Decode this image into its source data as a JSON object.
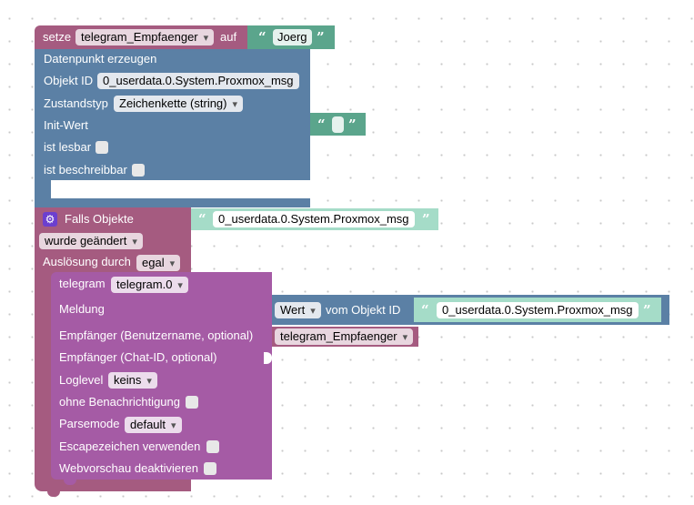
{
  "set_block": {
    "prefix": "setze",
    "variable": "telegram_Empfaenger",
    "suffix": "auf",
    "value": "Joerg"
  },
  "create_block": {
    "title": "Datenpunkt erzeugen",
    "object_id_label": "Objekt ID",
    "object_id_value": "0_userdata.0.System.Proxmox_msg",
    "state_type_label": "Zustandstyp",
    "state_type_value": "Zeichenkette (string)",
    "init_label": "Init-Wert",
    "init_value": "",
    "readable_label": "ist lesbar",
    "writable_label": "ist beschreibbar"
  },
  "trigger_block": {
    "title": "Falls Objekte",
    "object_value": "0_userdata.0.System.Proxmox_msg",
    "condition": "wurde geändert",
    "trigger_label": "Auslösung durch",
    "trigger_value": "egal"
  },
  "telegram_block": {
    "label": "telegram",
    "instance": "telegram.0",
    "message_label": "Meldung",
    "value_dropdown": "Wert",
    "from_object_label": "vom Objekt ID",
    "from_object_value": "0_userdata.0.System.Proxmox_msg",
    "recipient_user_label": "Empfänger (Benutzername, optional)",
    "recipient_user_value": "telegram_Empfaenger",
    "recipient_chat_label": "Empfänger (Chat-ID, optional)",
    "loglevel_label": "Loglevel",
    "loglevel_value": "keins",
    "silent_label": "ohne Benachrichtigung",
    "parsemode_label": "Parsemode",
    "parsemode_value": "default",
    "escape_label": "Escapezeichen verwenden",
    "preview_label": "Webvorschau deaktivieren"
  },
  "colors": {
    "variable_block": "#a55b80",
    "text_block": "#5ba58c",
    "text_block_light": "#a5dcc8",
    "state_block": "#5b80a5",
    "trigger_block": "#a55b80",
    "telegram_block": "#a55ba5"
  }
}
